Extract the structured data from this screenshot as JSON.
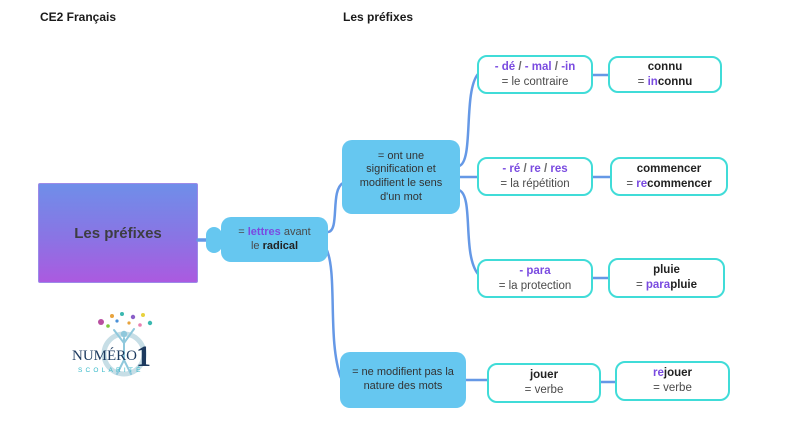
{
  "page": {
    "title_left": "CE2 Français",
    "title_center": "Les préfixes"
  },
  "colors": {
    "node_blue": "#66c7f0",
    "leaf_border": "#40dcd8",
    "accent_purple": "#7a4be0",
    "root_gradient_top": "#6f8ee9",
    "root_gradient_bottom": "#ab5ae0",
    "connector_blue": "#6598e6"
  },
  "root": {
    "label": "Les préfixes"
  },
  "logo": {
    "word": "NUMÉRO",
    "number": "1",
    "subword": "SCOLARITÉ"
  },
  "nodes": {
    "definition": {
      "eq": "= ",
      "hl": "lettres",
      "rest": " avant",
      "line2a": "le ",
      "line2b": "radical"
    },
    "branch_meaning": {
      "text": "= ont une signification et modifient le sens d'un mot"
    },
    "branch_nature": {
      "text": "= ne modifient pas la nature des mots"
    },
    "prefix_contraire": {
      "p1": "- dé",
      "s1": " / ",
      "p2": "- mal",
      "s2": " / ",
      "p3": "-in",
      "line2": "= le contraire"
    },
    "ex_contraire": {
      "base": "connu",
      "eq": "= ",
      "prefix": "in",
      "rest": "connu"
    },
    "prefix_repetition": {
      "p1": "- ré",
      "s1": " / ",
      "p2": "re",
      "s2": " / ",
      "p3": "res",
      "line2": "= la répétition"
    },
    "ex_repetition": {
      "base": "commencer",
      "eq": "= ",
      "prefix": "re",
      "rest": "commencer"
    },
    "prefix_protection": {
      "p1": "- para",
      "line2": "= la protection"
    },
    "ex_protection": {
      "base": "pluie",
      "eq": "= ",
      "prefix": "para",
      "rest": "pluie"
    },
    "ex_nature_base": {
      "line1": "jouer",
      "line2": "= verbe"
    },
    "ex_nature_result": {
      "prefix": "re",
      "rest": "jouer",
      "line2": "= verbe"
    }
  }
}
